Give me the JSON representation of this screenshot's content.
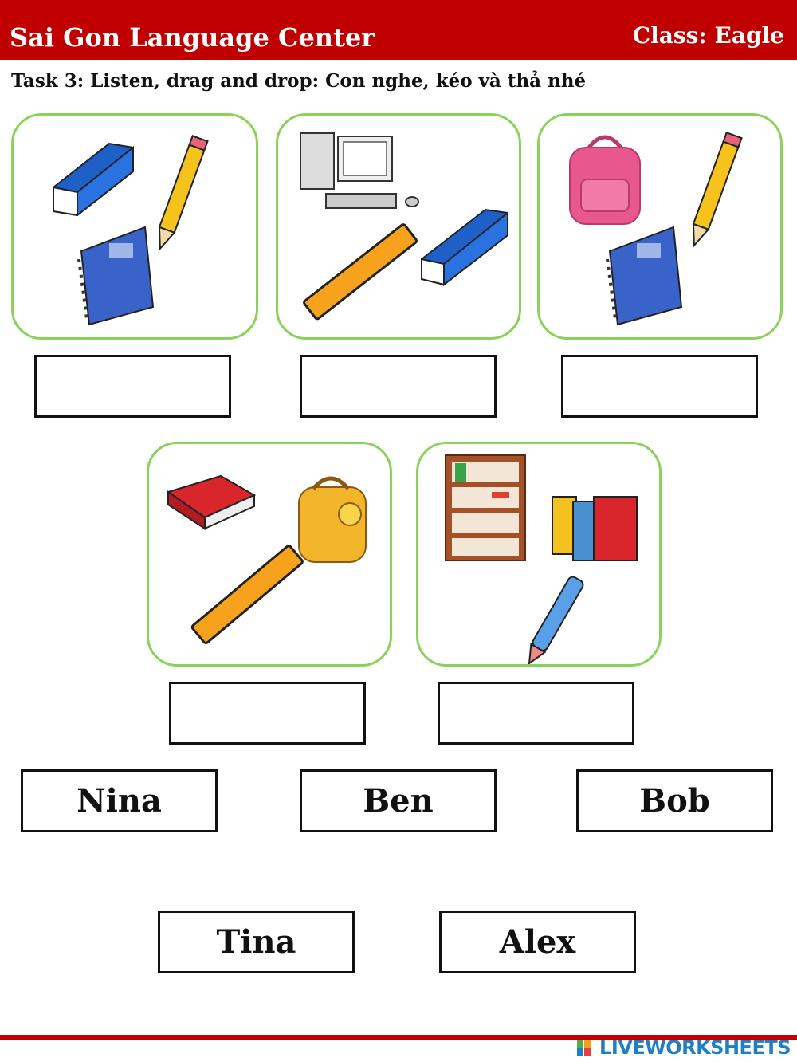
{
  "header": {
    "title": "Sai Gon Language Center",
    "class_label": "Class: Eagle"
  },
  "task": {
    "instruction": "Task 3: Listen, drag and drop: Con nghe, kéo và thả nhé"
  },
  "cards": [
    {
      "items": [
        "eraser",
        "pencil",
        "notebook"
      ]
    },
    {
      "items": [
        "computer",
        "ruler",
        "eraser"
      ]
    },
    {
      "items": [
        "school-bag",
        "pencil",
        "notebook"
      ]
    },
    {
      "items": [
        "folder",
        "school-bag",
        "ruler"
      ]
    },
    {
      "items": [
        "bookcase",
        "files",
        "pen"
      ]
    }
  ],
  "answers": [
    "Nina",
    "Ben",
    "Bob",
    "Tina",
    "Alex"
  ],
  "brand": {
    "name": "LIVEWORKSHEETS"
  },
  "colors": {
    "header": "#c00000",
    "card_border": "#8bd25a",
    "brand": "#1f7fc6"
  }
}
